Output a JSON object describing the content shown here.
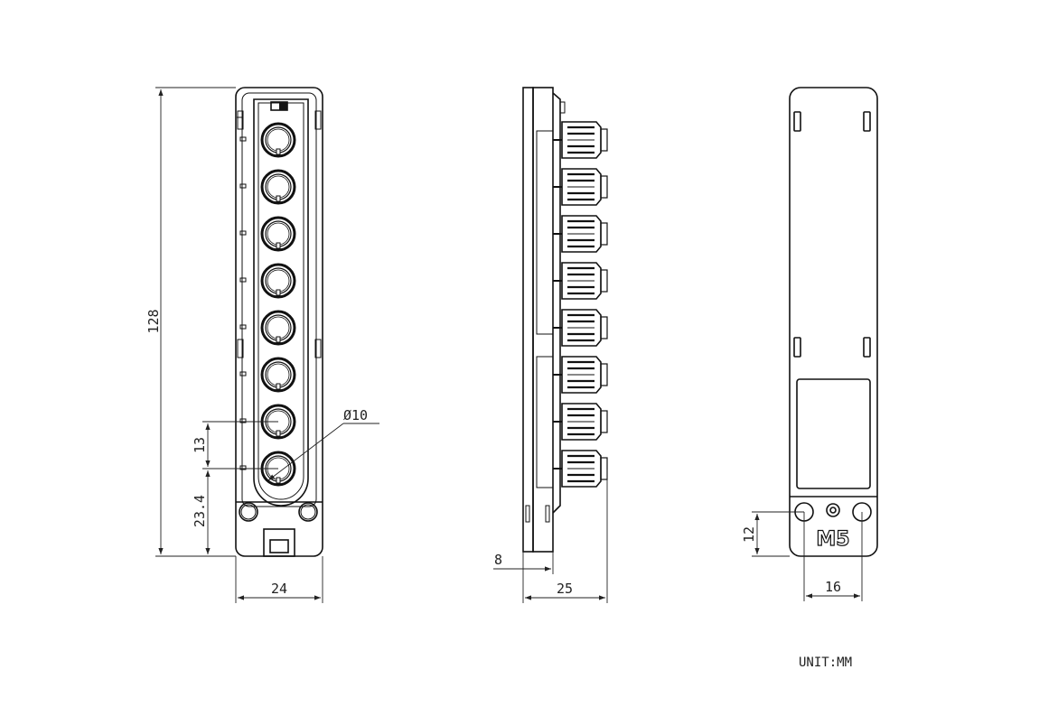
{
  "drawing": {
    "front_view": {
      "dim_height": "128",
      "dim_pitch": "13",
      "dim_bottom_offset": "23.4",
      "dim_width": "24",
      "dim_diameter": "Ø10",
      "connector_count": 8
    },
    "side_view": {
      "dim_base_thickness": "8",
      "dim_depth": "25"
    },
    "back_view": {
      "dim_hole_offset": "12",
      "dim_hole_spacing": "16",
      "logo_text": "M5"
    },
    "unit_label": "UNIT:MM",
    "line_color": "#111111"
  }
}
